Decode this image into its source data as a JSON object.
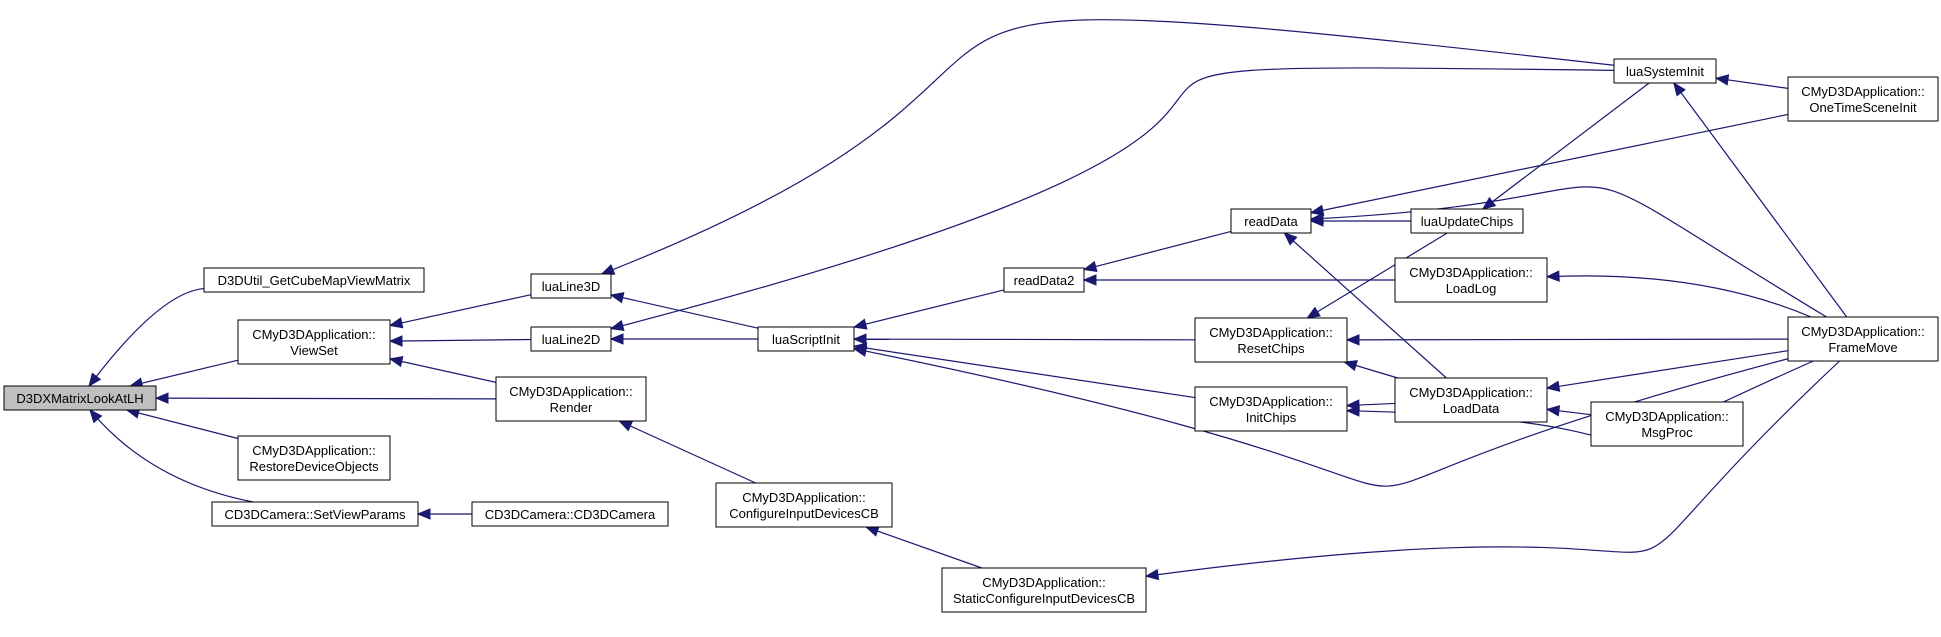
{
  "diagram": {
    "type": "caller-graph",
    "nodes": {
      "root": [
        "D3DXMatrixLookAtLH"
      ],
      "cubemap": [
        "D3DUtil_GetCubeMapViewMatrix"
      ],
      "viewset": [
        "CMyD3DApplication::",
        "ViewSet"
      ],
      "restore": [
        "CMyD3DApplication::",
        "RestoreDeviceObjects"
      ],
      "setview": [
        "CD3DCamera::SetViewParams"
      ],
      "camera": [
        "CD3DCamera::CD3DCamera"
      ],
      "line3d": [
        "luaLine3D"
      ],
      "line2d": [
        "luaLine2D"
      ],
      "render": [
        "CMyD3DApplication::",
        "Render"
      ],
      "config": [
        "CMyD3DApplication::",
        "ConfigureInputDevicesCB"
      ],
      "static": [
        "CMyD3DApplication::",
        "StaticConfigureInputDevicesCB"
      ],
      "script": [
        "luaScriptInit"
      ],
      "readdata2": [
        "readData2"
      ],
      "readdata": [
        "readData"
      ],
      "reset": [
        "CMyD3DApplication::",
        "ResetChips"
      ],
      "init": [
        "CMyD3DApplication::",
        "InitChips"
      ],
      "sysinit": [
        "luaSystemInit"
      ],
      "update": [
        "luaUpdateChips"
      ],
      "loadlog": [
        "CMyD3DApplication::",
        "LoadLog"
      ],
      "loaddata": [
        "CMyD3DApplication::",
        "LoadData"
      ],
      "msgproc": [
        "CMyD3DApplication::",
        "MsgProc"
      ],
      "onetime": [
        "CMyD3DApplication::",
        "OneTimeSceneInit"
      ],
      "framemove": [
        "CMyD3DApplication::",
        "FrameMove"
      ]
    },
    "edges": [
      [
        "cubemap",
        "root"
      ],
      [
        "viewset",
        "root"
      ],
      [
        "render",
        "root"
      ],
      [
        "restore",
        "root"
      ],
      [
        "setview",
        "root"
      ],
      [
        "line3d",
        "viewset"
      ],
      [
        "line2d",
        "viewset"
      ],
      [
        "render",
        "viewset"
      ],
      [
        "camera",
        "setview"
      ],
      [
        "sysinit",
        "line3d"
      ],
      [
        "script",
        "line3d"
      ],
      [
        "sysinit",
        "line2d"
      ],
      [
        "script",
        "line2d"
      ],
      [
        "config",
        "render"
      ],
      [
        "static",
        "config"
      ],
      [
        "framemove",
        "static"
      ],
      [
        "readdata2",
        "script"
      ],
      [
        "reset",
        "script"
      ],
      [
        "init",
        "script"
      ],
      [
        "framemove",
        "script"
      ],
      [
        "readdata",
        "readdata2"
      ],
      [
        "loadlog",
        "readdata2"
      ],
      [
        "update",
        "readdata"
      ],
      [
        "onetime",
        "readdata"
      ],
      [
        "framemove",
        "readdata"
      ],
      [
        "loaddata",
        "readdata"
      ],
      [
        "update",
        "reset"
      ],
      [
        "framemove",
        "reset"
      ],
      [
        "loaddata",
        "reset"
      ],
      [
        "loaddata",
        "init"
      ],
      [
        "framemove",
        "init"
      ],
      [
        "sysinit",
        "update"
      ],
      [
        "framemove",
        "loadlog"
      ],
      [
        "framemove",
        "loaddata"
      ],
      [
        "msgproc",
        "loaddata"
      ],
      [
        "onetime",
        "sysinit"
      ],
      [
        "framemove",
        "sysinit"
      ]
    ]
  }
}
